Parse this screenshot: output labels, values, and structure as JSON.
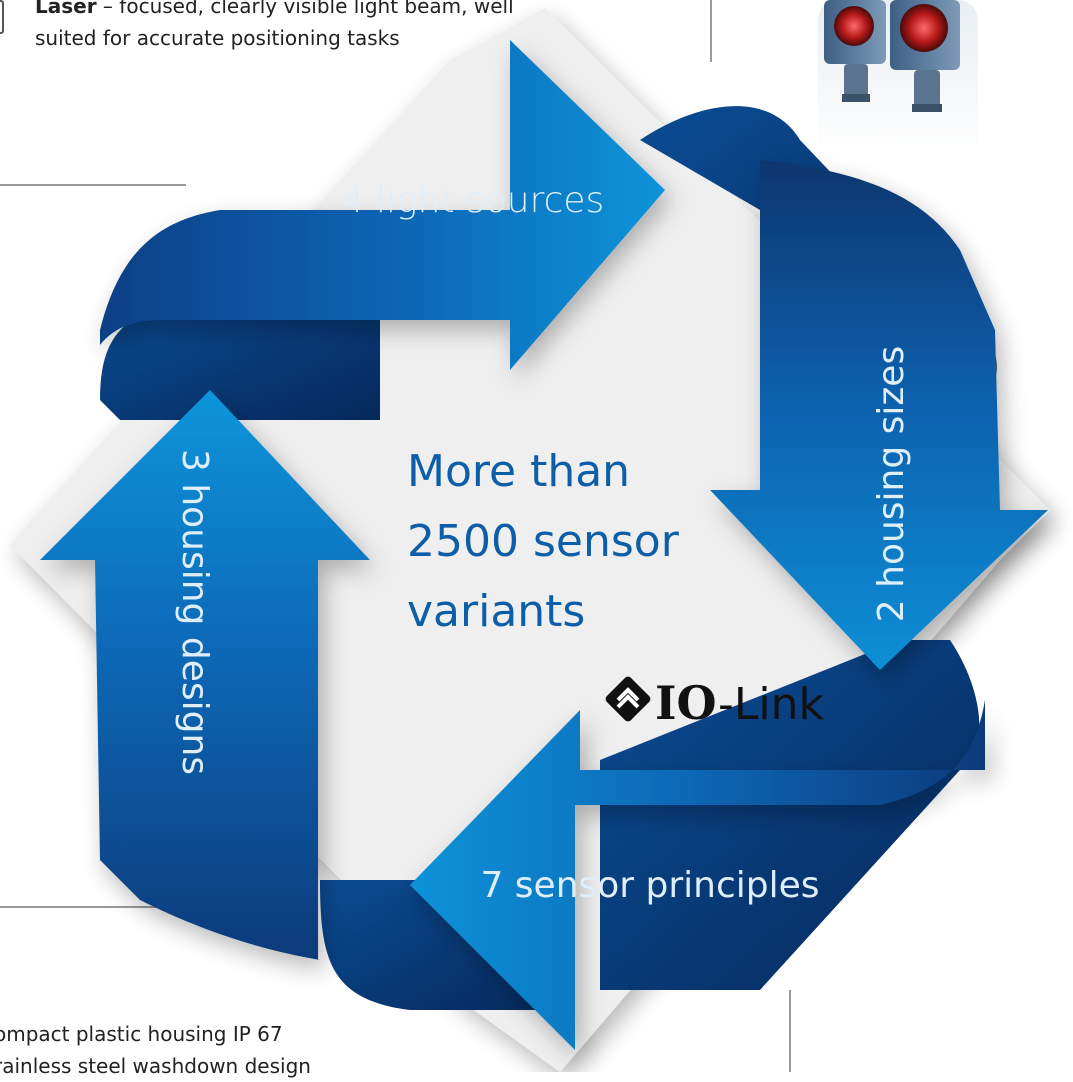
{
  "intro": {
    "lead": "Laser",
    "line1": " – focused, clearly visible light beam, well",
    "line2": "suited for accurate positioning tasks"
  },
  "center": {
    "line1": "More than",
    "line2": "2500 sensor",
    "line3": "variants"
  },
  "arrows": {
    "top": "4 light sources",
    "right": "2 housing sizes",
    "bottom": "7 sensor principles",
    "left": "3 housing designs"
  },
  "logo": {
    "bold": "IO",
    "regular": "-Link"
  },
  "footer": {
    "line1": "ompact plastic housing IP 67",
    "line2": "rainless steel washdown design"
  },
  "colors": {
    "arrow_light": "#0a8fd6",
    "arrow_mid": "#0b66b3",
    "arrow_dark": "#073f80",
    "center_text": "#0d5ea8",
    "panel": "#efefef"
  }
}
